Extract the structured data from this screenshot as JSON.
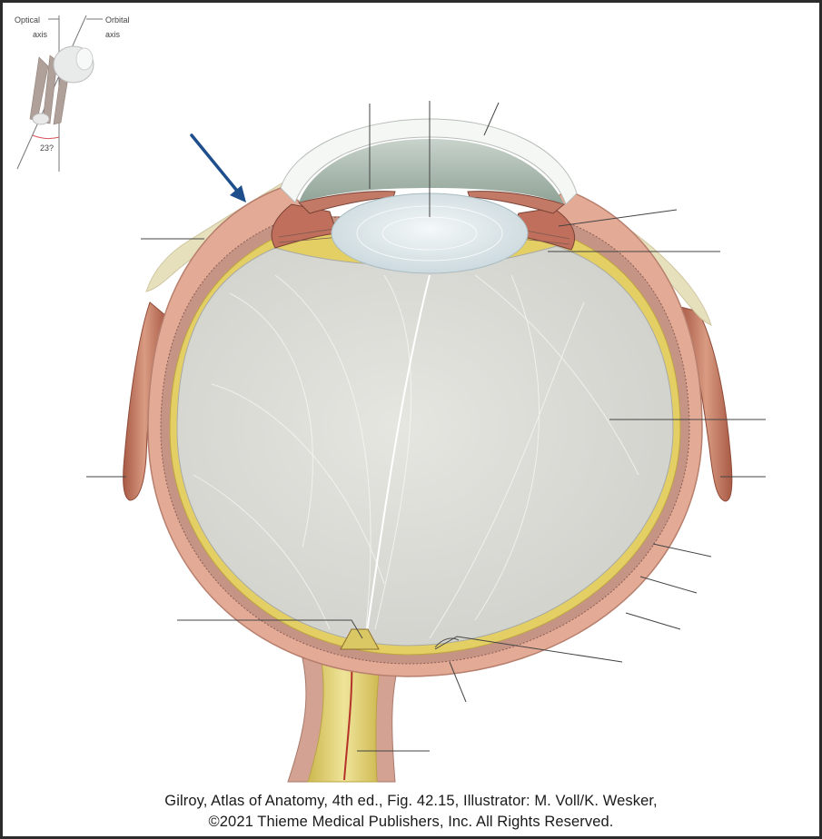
{
  "inset": {
    "optical_axis_label_line1": "Optical",
    "optical_axis_label_line2": "axis",
    "orbital_axis_label_line1": "Orbital",
    "orbital_axis_label_line2": "axis",
    "angle_label": "23?"
  },
  "caption": {
    "line1": "Gilroy, Atlas of Anatomy, 4th ed., Fig. 42.15, Illustrator: M. Voll/K. Wesker,",
    "line2": "©2021 Thieme Medical Publishers, Inc. All Rights Reserved."
  },
  "colors": {
    "background_frame": "#2b2b2b",
    "sclera": "#e3aa96",
    "choroid": "#c69485",
    "retina": "#e3cf64",
    "vitreous": "#dcdcd6",
    "lens": "#e6eef0",
    "cornea": "#f5f7f5",
    "anterior_chamber": "#a9b9ae",
    "optic_nerve": "#e8dc8a",
    "muscle": "#c3765f",
    "conjunctiva": "#e8e1c2",
    "arrow": "#1f4e8c",
    "leader_lines": "#444444"
  },
  "icons": {
    "pointer": "arrow-icon"
  }
}
